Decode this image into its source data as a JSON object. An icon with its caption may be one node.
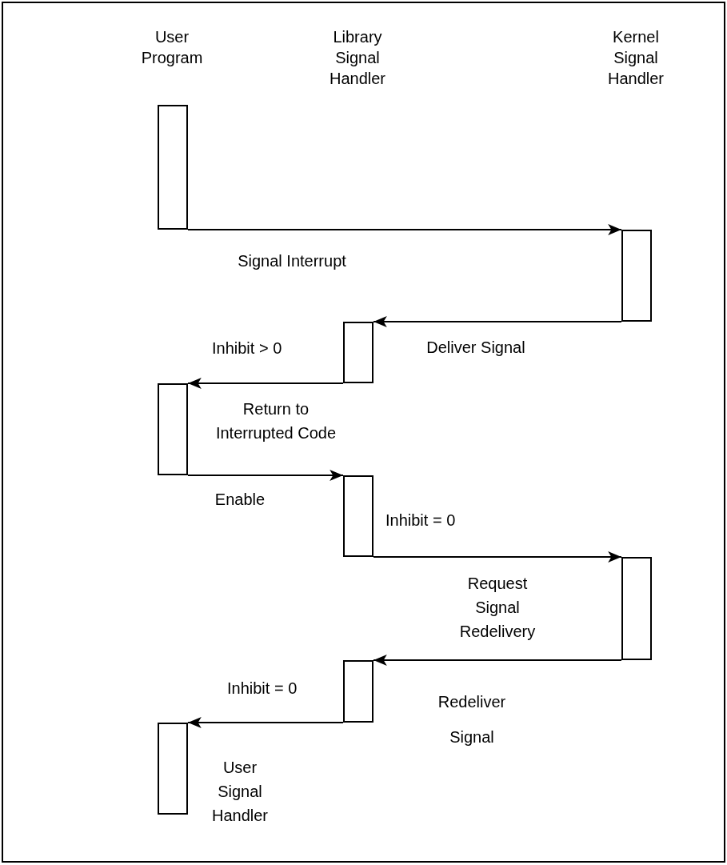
{
  "diagram": {
    "nodes": [
      {
        "text": [],
        "shape": "bar"
      },
      {
        "text": [],
        "shape": "bar"
      },
      {
        "text": [],
        "shape": "bar",
        "beside": [
          "Inhibit > 0"
        ]
      },
      {
        "text": [],
        "shape": "bar"
      },
      {
        "text": [],
        "shape": "bar",
        "beside": [
          "Inhibit = 0"
        ]
      },
      {
        "text": [],
        "shape": "bar"
      },
      {
        "text": [],
        "shape": "bar",
        "beside": [
          "Inhibit = 0"
        ]
      },
      {
        "text": [],
        "shape": "bar",
        "beside": [
          "User Signal Handler"
        ]
      }
    ],
    "edges": [
      {
        "from": 0,
        "to": 1,
        "arrow": "to",
        "label": "Signal Interrupt"
      },
      {
        "from": 1,
        "to": 2,
        "arrow": "to",
        "label": "Deliver Signal"
      },
      {
        "from": 2,
        "to": 3,
        "arrow": "to",
        "label": "Return to Interrupted Code"
      },
      {
        "from": 3,
        "to": 4,
        "arrow": "to",
        "label": "Enable"
      },
      {
        "from": 4,
        "to": 5,
        "arrow": "to",
        "label": "Request Signal Redelivery"
      },
      {
        "from": 5,
        "to": 6,
        "arrow": "to",
        "label": "Redeliver Signal"
      },
      {
        "from": 6,
        "to": 7,
        "arrow": "to"
      }
    ],
    "labels": [
      "User Program",
      "Library Signal Handler",
      "Kernel Signal Handler"
    ]
  }
}
